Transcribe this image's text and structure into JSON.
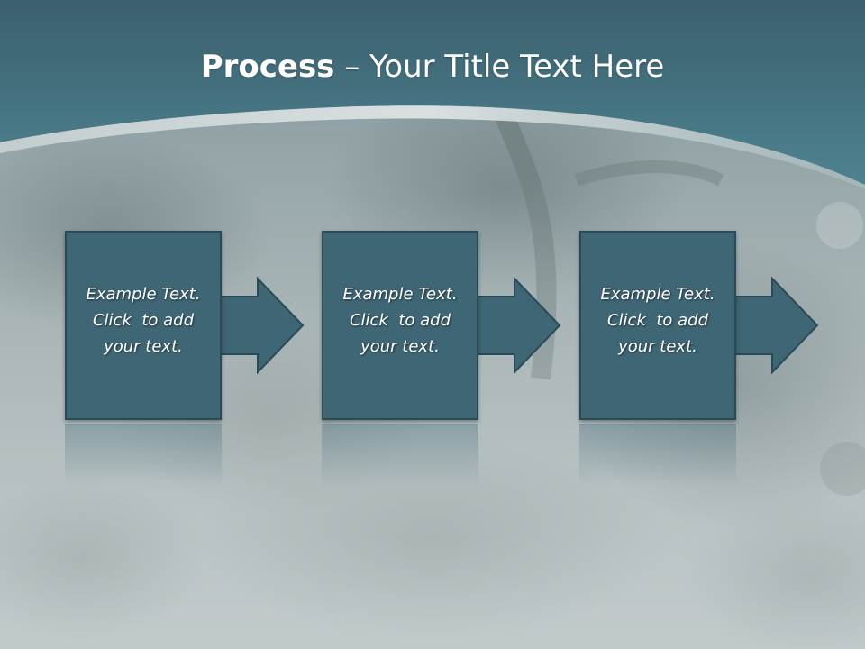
{
  "title": {
    "bold": "Process",
    "rest": " – Your Title Text Here"
  },
  "colors": {
    "band_top": "#3b5f6e",
    "band_bottom": "#4e8390",
    "box_fill": "#3f6674",
    "box_border": "#2b4a56",
    "background": "#aeb9bb"
  },
  "steps": [
    {
      "line1": "Example Text.",
      "line2": "Click  to add",
      "line3": "your text."
    },
    {
      "line1": "Example Text.",
      "line2": "Click  to add",
      "line3": "your text."
    },
    {
      "line1": "Example Text.",
      "line2": "Click  to add",
      "line3": "your text."
    }
  ]
}
